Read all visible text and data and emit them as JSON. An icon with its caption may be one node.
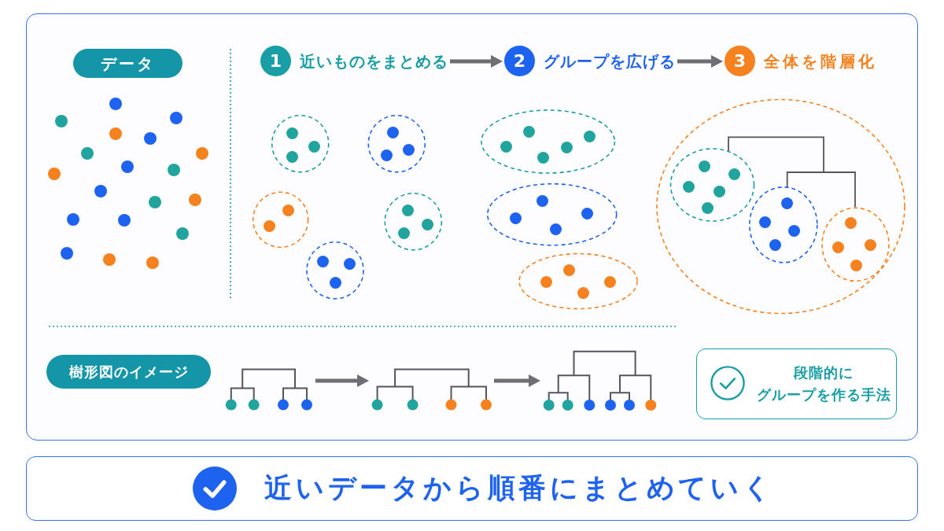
{
  "diagram": {
    "nodes": [
      {
        "text": [
          "データ"
        ]
      },
      {
        "text": [
          "1",
          "近いものをまとめる"
        ]
      },
      {
        "text": [
          "2",
          "グループを広げる"
        ]
      },
      {
        "text": [
          "3",
          "全体を階層化"
        ]
      },
      {
        "text": [
          "樹形図のイメージ"
        ]
      },
      {
        "text": [],
        "shape": "picture"
      },
      {
        "text": [],
        "shape": "picture"
      },
      {
        "text": [],
        "shape": "picture"
      },
      {
        "text": [
          "段階的にグループを作る手法"
        ]
      },
      {
        "text": [
          "近いデータから順番にまとめていく"
        ]
      }
    ],
    "edges": [
      {
        "from": 1,
        "to": 2,
        "arrow": "to"
      },
      {
        "from": 2,
        "to": 3,
        "arrow": "to"
      },
      {
        "from": 5,
        "to": 6,
        "arrow": "to"
      },
      {
        "from": 6,
        "to": 7,
        "arrow": "to"
      }
    ]
  }
}
